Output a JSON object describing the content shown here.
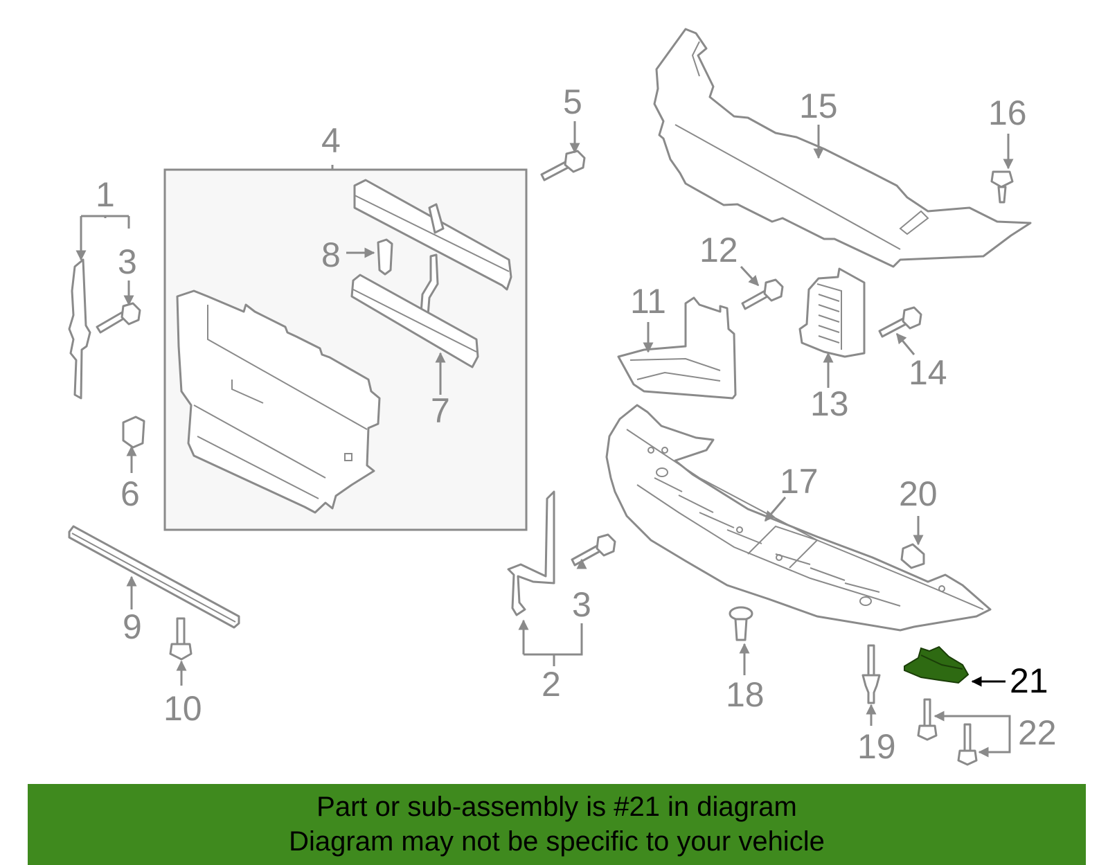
{
  "diagram": {
    "callouts": [
      "1",
      "2",
      "3",
      "3",
      "4",
      "5",
      "6",
      "7",
      "8",
      "9",
      "10",
      "11",
      "12",
      "13",
      "14",
      "15",
      "16",
      "17",
      "18",
      "19",
      "20",
      "21",
      "22"
    ],
    "highlighted_callout": "21",
    "colors": {
      "line": "#8a8a8a",
      "highlight_part": "#2e6a12",
      "banner": "#3f8a1e",
      "text": "#000000"
    }
  },
  "banner": {
    "line1": "Part or sub-assembly is #21 in diagram",
    "line2": "Diagram may not be specific to your vehicle"
  }
}
